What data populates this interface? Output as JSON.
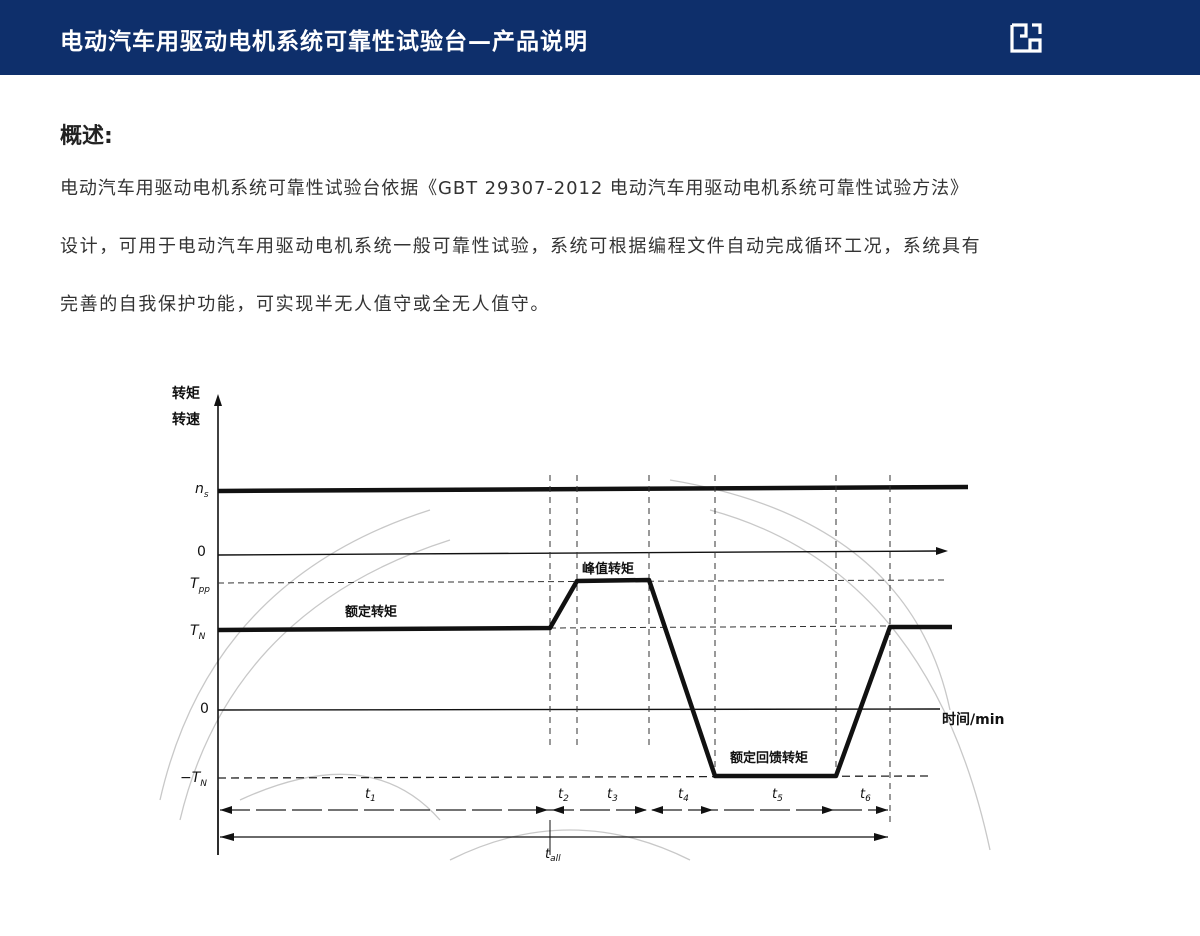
{
  "header": {
    "title": "电动汽车用驱动电机系统可靠性试验台—产品说明",
    "logo_icon": "company-logo-icon"
  },
  "section": {
    "title": "概述:"
  },
  "intro": {
    "line1": "电动汽车用驱动电机系统可靠性试验台依据《GBT 29307-2012 电动汽车用驱动电机系统可靠性试验方法》",
    "line2": "设计，可用于电动汽车用驱动电机系统一般可靠性试验，系统可根据编程文件自动完成循环工况，系统具有",
    "line3": "完善的自我保护功能，可实现半无人值守或全无人值守。"
  },
  "diagram": {
    "y_axis_label_1": "转矩",
    "y_axis_label_2": "转速",
    "x_axis_label": "时间/min",
    "label_ns_main": "n",
    "label_ns_sub": "s",
    "label_zero_speed": "0",
    "label_tpp_main": "T",
    "label_tpp_sub": "pp",
    "label_tn_main": "T",
    "label_tn_sub": "N",
    "label_zero_torque": "0",
    "label_neg_tn_main": "−T",
    "label_neg_tn_sub": "N",
    "annotation_rated": "额定转矩",
    "annotation_peak": "峰值转矩",
    "annotation_regen": "额定回馈转矩",
    "t1_main": "t",
    "t1_sub": "1",
    "t2_main": "t",
    "t2_sub": "2",
    "t3_main": "t",
    "t3_sub": "3",
    "t4_main": "t",
    "t4_sub": "4",
    "t5_main": "t",
    "t5_sub": "5",
    "t6_main": "t",
    "t6_sub": "6",
    "tall_main": "t",
    "tall_sub": "all"
  }
}
